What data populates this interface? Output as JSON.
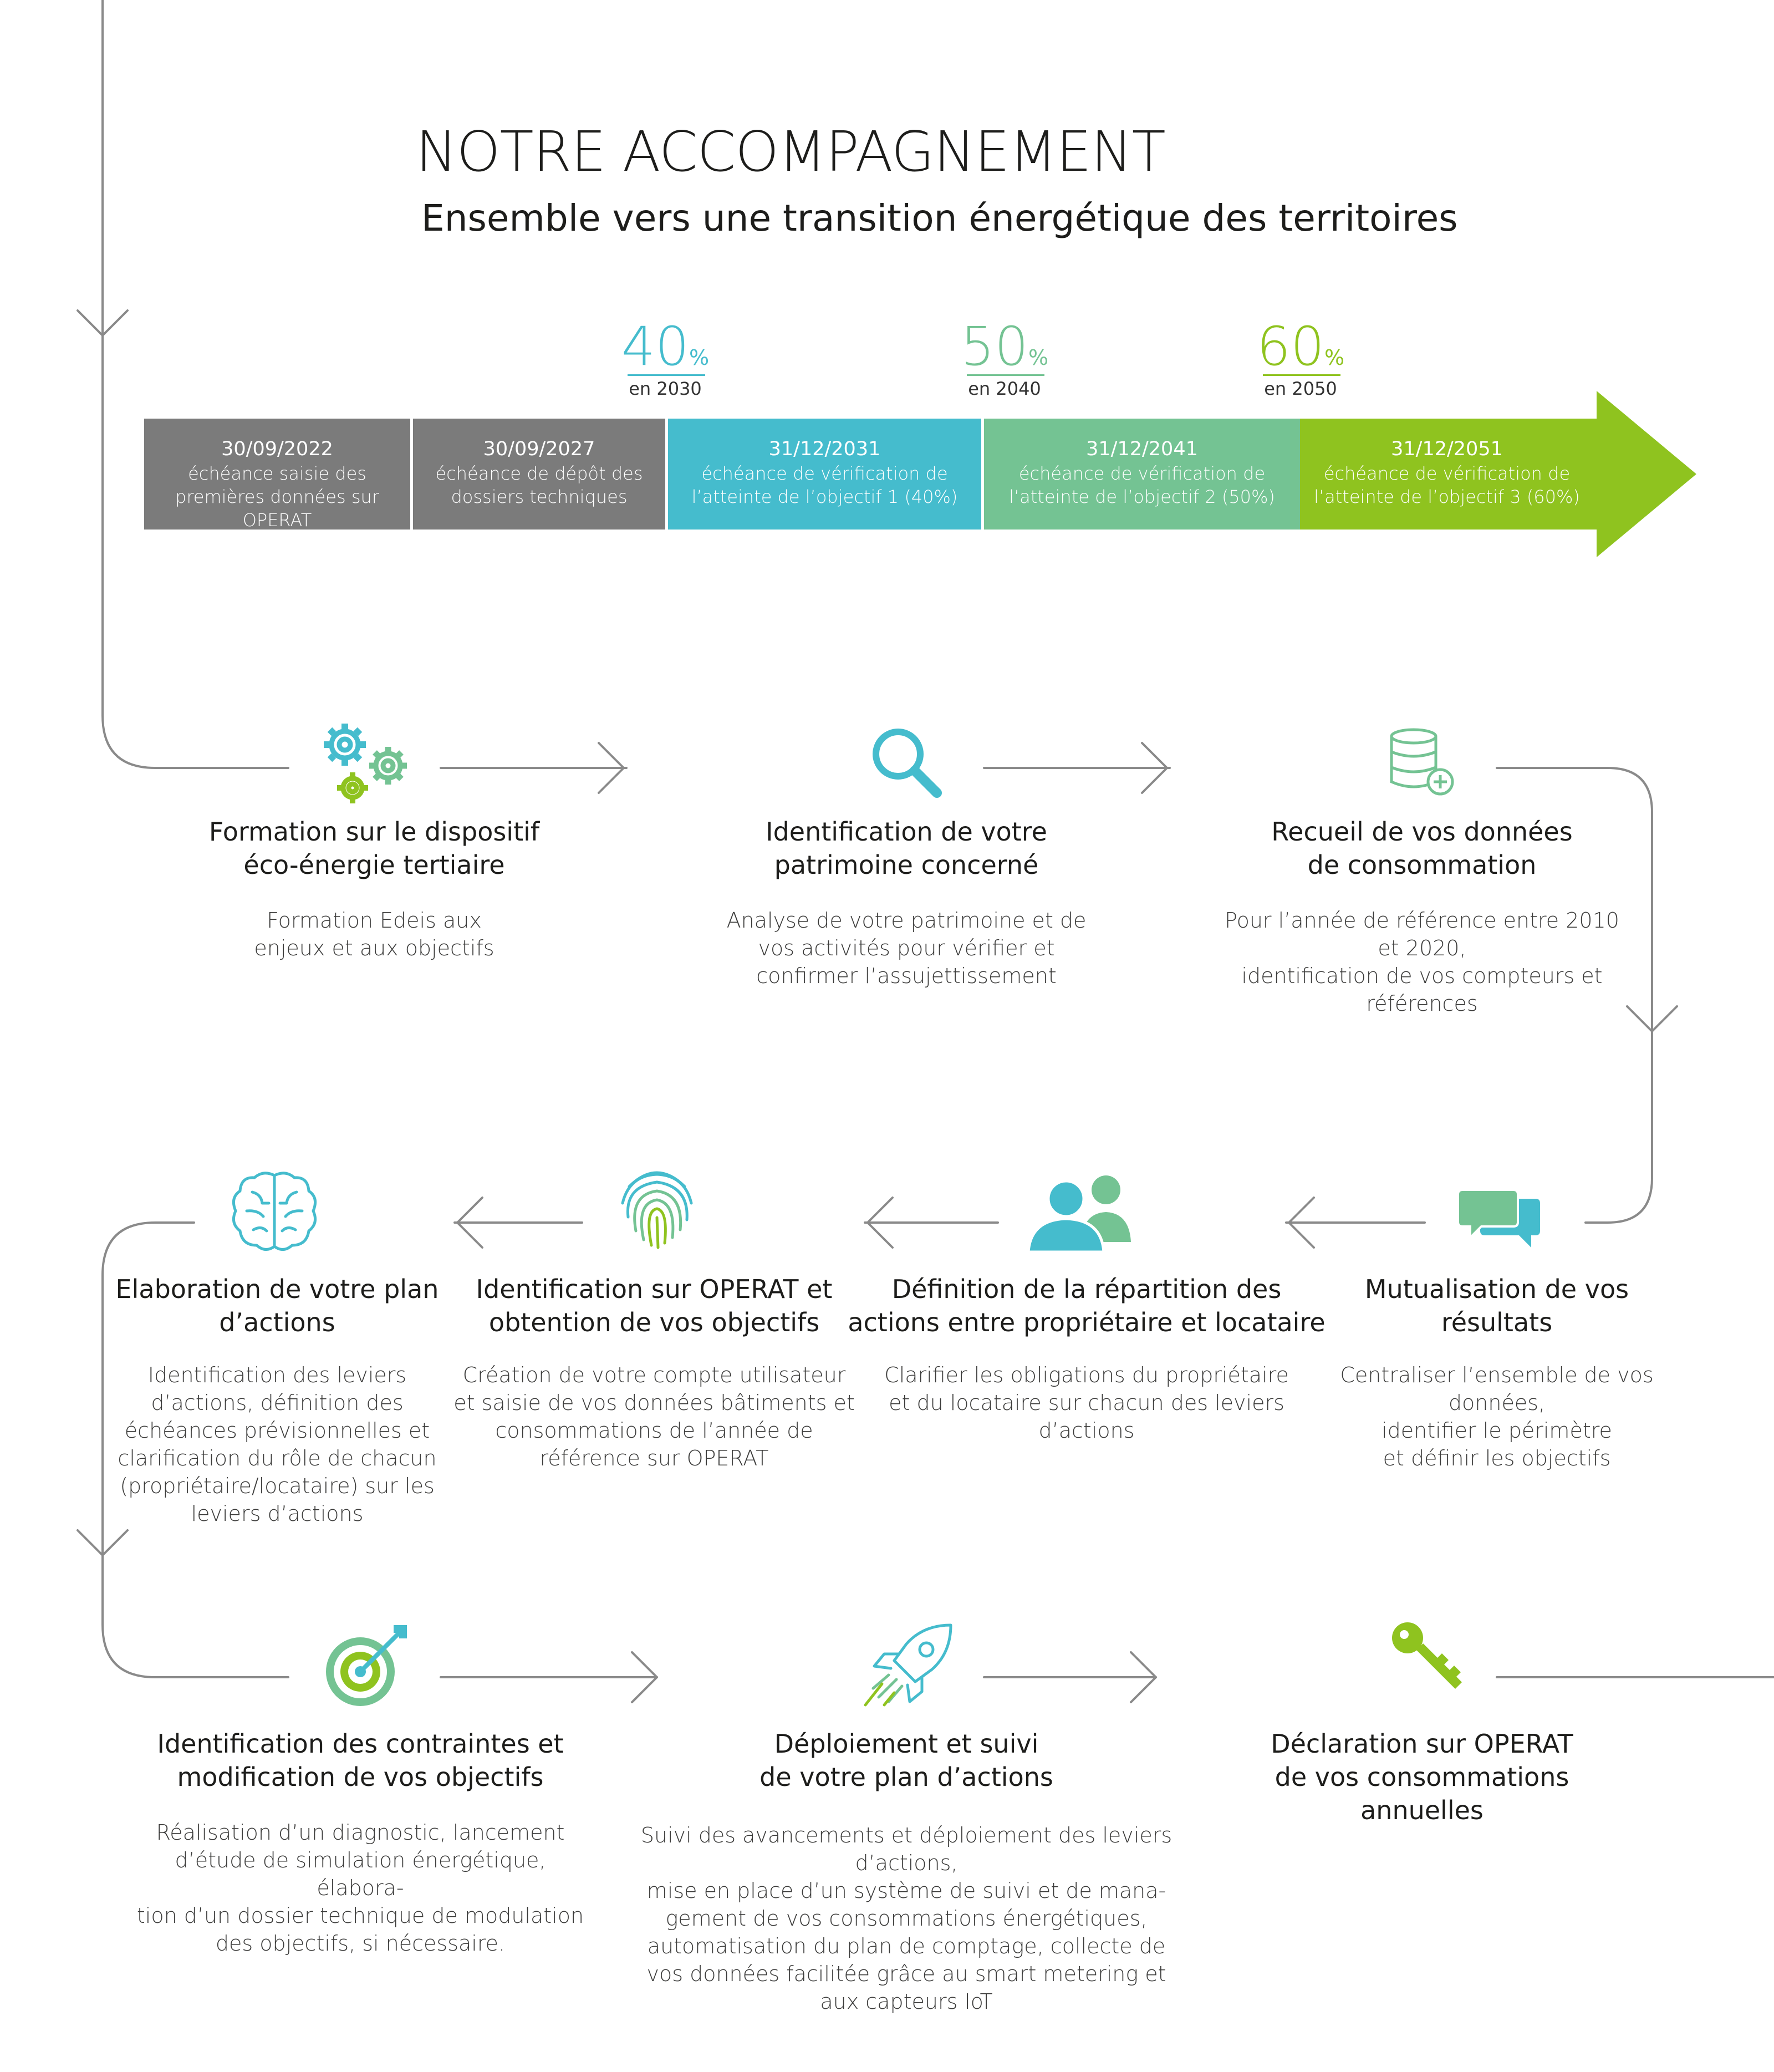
{
  "header": {
    "title": "NOTRE ACCOMPAGNEMENT",
    "subtitle": "Ensemble vers une transition énergétique des territoires"
  },
  "objectives": [
    {
      "value": "40",
      "unit": "%",
      "year": "en 2030",
      "color": "#45bccd"
    },
    {
      "value": "50",
      "unit": "%",
      "year": "en 2040",
      "color": "#74c393"
    },
    {
      "value": "60",
      "unit": "%",
      "year": "en 2050",
      "color": "#8fc31f"
    }
  ],
  "timeline": [
    {
      "date": "30/09/2022",
      "desc": "échéance saisie des premières données sur OPERAT",
      "color": "#7b7b7b"
    },
    {
      "date": "30/09/2027",
      "desc": "échéance de dépôt des dossiers techniques",
      "color": "#7b7b7b"
    },
    {
      "date": "31/12/2031",
      "desc": "échéance de vérification de l’atteinte de l’objectif 1 (40%)",
      "color": "#45bccd"
    },
    {
      "date": "31/12/2041",
      "desc": "échéance de vérification de l’atteinte de l’objectif 2 (50%)",
      "color": "#74c393"
    },
    {
      "date": "31/12/2051",
      "desc": "échéance de vérification de l’atteinte de l’objectif 3 (60%)",
      "color": "#8fc31f"
    }
  ],
  "steps": [
    {
      "title": "Formation sur le dispositif\néco-énergie tertiaire",
      "desc": "Formation Edeis aux\nenjeux et aux objectifs",
      "icon": "gears-icon"
    },
    {
      "title": "Identification de votre\npatrimoine concerné",
      "desc": "Analyse de votre patrimoine et de\nvos activités pour vérifier et\nconfirmer l’assujettissement",
      "icon": "magnifier-icon"
    },
    {
      "title": "Recueil de vos données\nde consommation",
      "desc": "Pour l’année de référence entre 2010\net 2020,\nidentification de vos compteurs et\nréférences",
      "icon": "database-icon"
    },
    {
      "title": "Mutualisation de vos\nrésultats",
      "desc": "Centraliser l’ensemble de vos\ndonnées,\nidentifier le périmètre\net définir les objectifs",
      "icon": "chat-bubbles-icon"
    },
    {
      "title": "Définition de la répartition des\nactions entre propriétaire et locataire",
      "desc": "Clarifier les obligations du propriétaire\net du locataire sur chacun des leviers\nd’actions",
      "icon": "users-icon"
    },
    {
      "title": "Identification sur OPERAT et\nobtention de vos objectifs",
      "desc": "Création de votre compte utilisateur\net saisie de vos données bâtiments et\nconsommations de l’année de\nréférence sur OPERAT",
      "icon": "fingerprint-icon"
    },
    {
      "title": "Elaboration de votre plan\nd’actions",
      "desc": "Identification des leviers\nd’actions, définition des\néchéances prévisionnelles et\nclarification du rôle de chacun\n(propriétaire/locataire) sur les\nleviers d’actions",
      "icon": "brain-icon"
    },
    {
      "title": "Identification des contraintes et\nmodification de vos objectifs",
      "desc": "Réalisation d’un diagnostic, lancement\nd’étude de simulation énergétique, élabora-\ntion d’un dossier technique de modulation\ndes objectifs, si nécessaire.",
      "icon": "target-icon"
    },
    {
      "title": "Déploiement et suivi\nde votre plan d’actions",
      "desc": "Suivi des avancements et déploiement des leviers\nd’actions,\nmise en place d’un système de suivi et de mana-\ngement de vos consommations énergétiques,\nautomatisation du plan de comptage, collecte de\nvos données facilitée grâce au smart metering et\naux capteurs IoT",
      "icon": "rocket-icon"
    },
    {
      "title": "Déclaration sur OPERAT\nde vos consommations\nannuelles",
      "desc": "",
      "icon": "key-icon"
    }
  ]
}
